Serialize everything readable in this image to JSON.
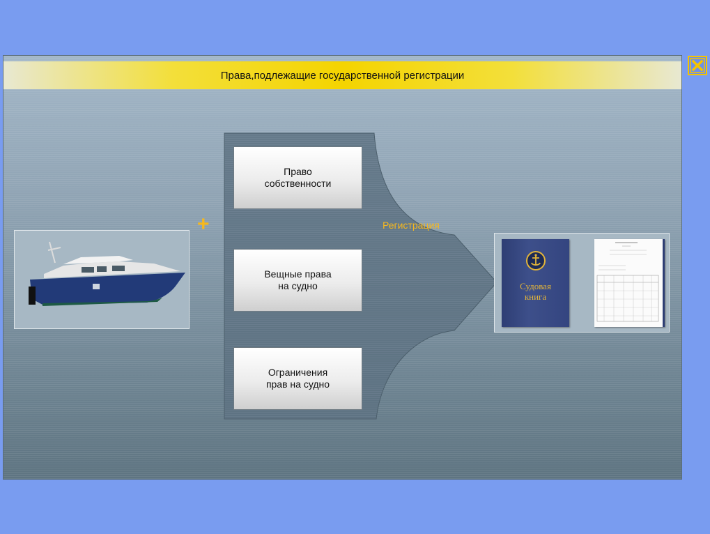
{
  "window": {
    "title": "Права,подлежащие государственной регистрации",
    "close_icon": "close-icon"
  },
  "diagram": {
    "plus_symbol": "+",
    "rights": [
      {
        "label": "Право\nсобственности"
      },
      {
        "label": "Вещные права\nна судно"
      },
      {
        "label": "Ограничения\nправ на судно"
      }
    ],
    "arrow_label": "Регистрация",
    "book_title": "Судовая\nкнига",
    "images": [
      "yacht-image",
      "ship-book-cover-image",
      "ship-book-page-image"
    ]
  },
  "colors": {
    "background": "#799cf0",
    "title_bar": "#f4d400",
    "accent": "#f6b81e",
    "arrow": "#566b78"
  }
}
